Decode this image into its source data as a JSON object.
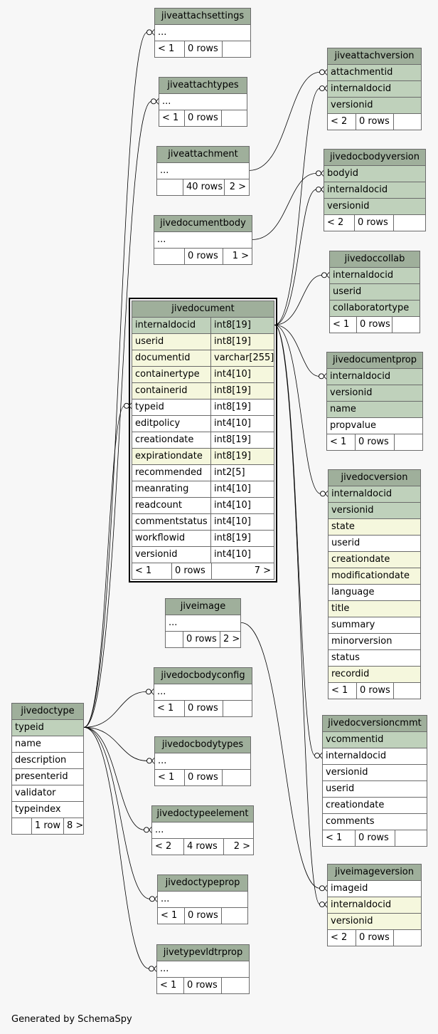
{
  "footer": "Generated by SchemaSpy",
  "tables": {
    "jiveattachsettings": {
      "name": "jiveattachsettings",
      "rows": [
        "..."
      ],
      "foot": [
        "< 1",
        "0 rows",
        ""
      ]
    },
    "jiveattachtypes": {
      "name": "jiveattachtypes",
      "rows": [
        "..."
      ],
      "foot": [
        "< 1",
        "0 rows",
        ""
      ]
    },
    "jiveattachment": {
      "name": "jiveattachment",
      "rows": [
        "..."
      ],
      "foot": [
        "",
        "40 rows",
        "2 >"
      ]
    },
    "jivedocumentbody": {
      "name": "jivedocumentbody",
      "rows": [
        "..."
      ],
      "foot": [
        "",
        "0 rows",
        "1 >"
      ]
    },
    "jiveattachversion": {
      "name": "jiveattachversion",
      "rows": [
        "attachmentid",
        "internaldocid",
        "versionid"
      ],
      "foot": [
        "< 2",
        "0 rows",
        ""
      ]
    },
    "jivedocbodyversion": {
      "name": "jivedocbodyversion",
      "rows": [
        "bodyid",
        "internaldocid",
        "versionid"
      ],
      "foot": [
        "< 2",
        "0 rows",
        ""
      ]
    },
    "jivedoccollab": {
      "name": "jivedoccollab",
      "rows": [
        "internaldocid",
        "userid",
        "collaboratortype"
      ],
      "foot": [
        "< 1",
        "0 rows",
        ""
      ]
    },
    "jivedocumentprop": {
      "name": "jivedocumentprop",
      "rows": [
        "internaldocid",
        "versionid",
        "name",
        "propvalue"
      ],
      "foot": [
        "< 1",
        "0 rows",
        ""
      ]
    },
    "jivedocversion": {
      "name": "jivedocversion",
      "rows": [
        "internaldocid",
        "versionid",
        "state",
        "userid",
        "creationdate",
        "modificationdate",
        "language",
        "title",
        "summary",
        "minorversion",
        "status",
        "recordid"
      ],
      "foot": [
        "< 1",
        "0 rows",
        ""
      ]
    },
    "jivedocument": {
      "name": "jivedocument",
      "rows": [
        "internaldocid",
        "userid",
        "documentid",
        "containertype",
        "containerid",
        "typeid",
        "editpolicy",
        "creationdate",
        "expirationdate",
        "recommended",
        "meanrating",
        "readcount",
        "commentstatus",
        "workflowid",
        "versionid"
      ],
      "types": [
        "int8[19]",
        "int8[19]",
        "varchar[255]",
        "int4[10]",
        "int8[19]",
        "int8[19]",
        "int4[10]",
        "int8[19]",
        "int8[19]",
        "int2[5]",
        "int4[10]",
        "int4[10]",
        "int4[10]",
        "int8[19]",
        "int4[10]"
      ],
      "foot": [
        "< 1",
        "0 rows",
        "7 >"
      ]
    },
    "jiveimage": {
      "name": "jiveimage",
      "rows": [
        "..."
      ],
      "foot": [
        "",
        "0 rows",
        "2 >"
      ]
    },
    "jivedocbodyconfig": {
      "name": "jivedocbodyconfig",
      "rows": [
        "..."
      ],
      "foot": [
        "< 1",
        "0 rows",
        ""
      ]
    },
    "jivedocbodytypes": {
      "name": "jivedocbodytypes",
      "rows": [
        "..."
      ],
      "foot": [
        "< 1",
        "0 rows",
        ""
      ]
    },
    "jivedoctypeelement": {
      "name": "jivedoctypeelement",
      "rows": [
        "..."
      ],
      "foot": [
        "< 2",
        "4 rows",
        "2 >"
      ]
    },
    "jivedoctypeprop": {
      "name": "jivedoctypeprop",
      "rows": [
        "..."
      ],
      "foot": [
        "< 1",
        "0 rows",
        ""
      ]
    },
    "jivetypevldtrprop": {
      "name": "jivetypevldtrprop",
      "rows": [
        "..."
      ],
      "foot": [
        "< 1",
        "0 rows",
        ""
      ]
    },
    "jivedoctype": {
      "name": "jivedoctype",
      "rows": [
        "typeid",
        "name",
        "description",
        "presenterid",
        "validator",
        "typeindex"
      ],
      "foot": [
        "",
        "1 row",
        "8 >"
      ]
    },
    "jivedocversioncmmt": {
      "name": "jivedocversioncmmt",
      "rows": [
        "vcommentid",
        "internaldocid",
        "versionid",
        "userid",
        "creationdate",
        "comments"
      ],
      "foot": [
        "< 1",
        "0 rows",
        ""
      ]
    },
    "jiveimageversion": {
      "name": "jiveimageversion",
      "rows": [
        "imageid",
        "internaldocid",
        "versionid"
      ],
      "foot": [
        "< 2",
        "0 rows",
        ""
      ]
    }
  }
}
